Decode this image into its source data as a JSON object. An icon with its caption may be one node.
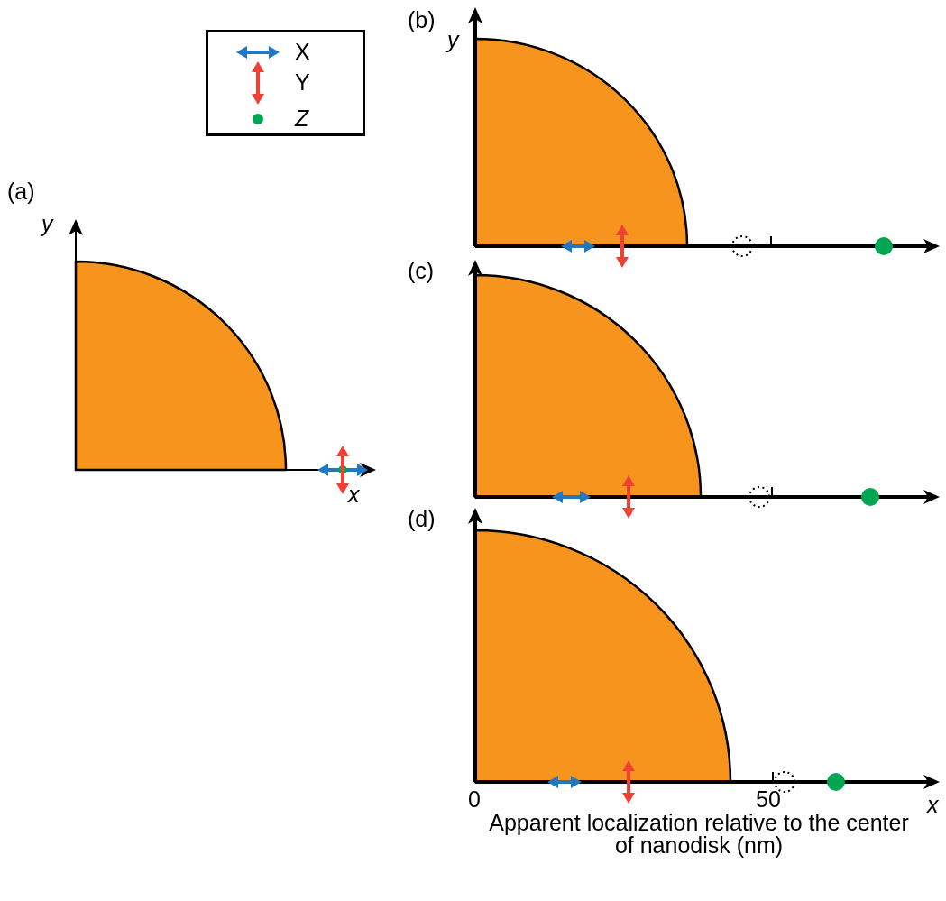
{
  "diagram": {
    "labels": [
      "(b)",
      "y",
      "(a)",
      "y",
      "(c)",
      "x",
      "(d)",
      "0",
      "50",
      "x",
      "Apparent localization relative to the center of nanodisk (nm)"
    ],
    "legend": [
      {
        "text": "X"
      },
      {
        "text": "Y"
      },
      {
        "text": "Z"
      }
    ]
  }
}
